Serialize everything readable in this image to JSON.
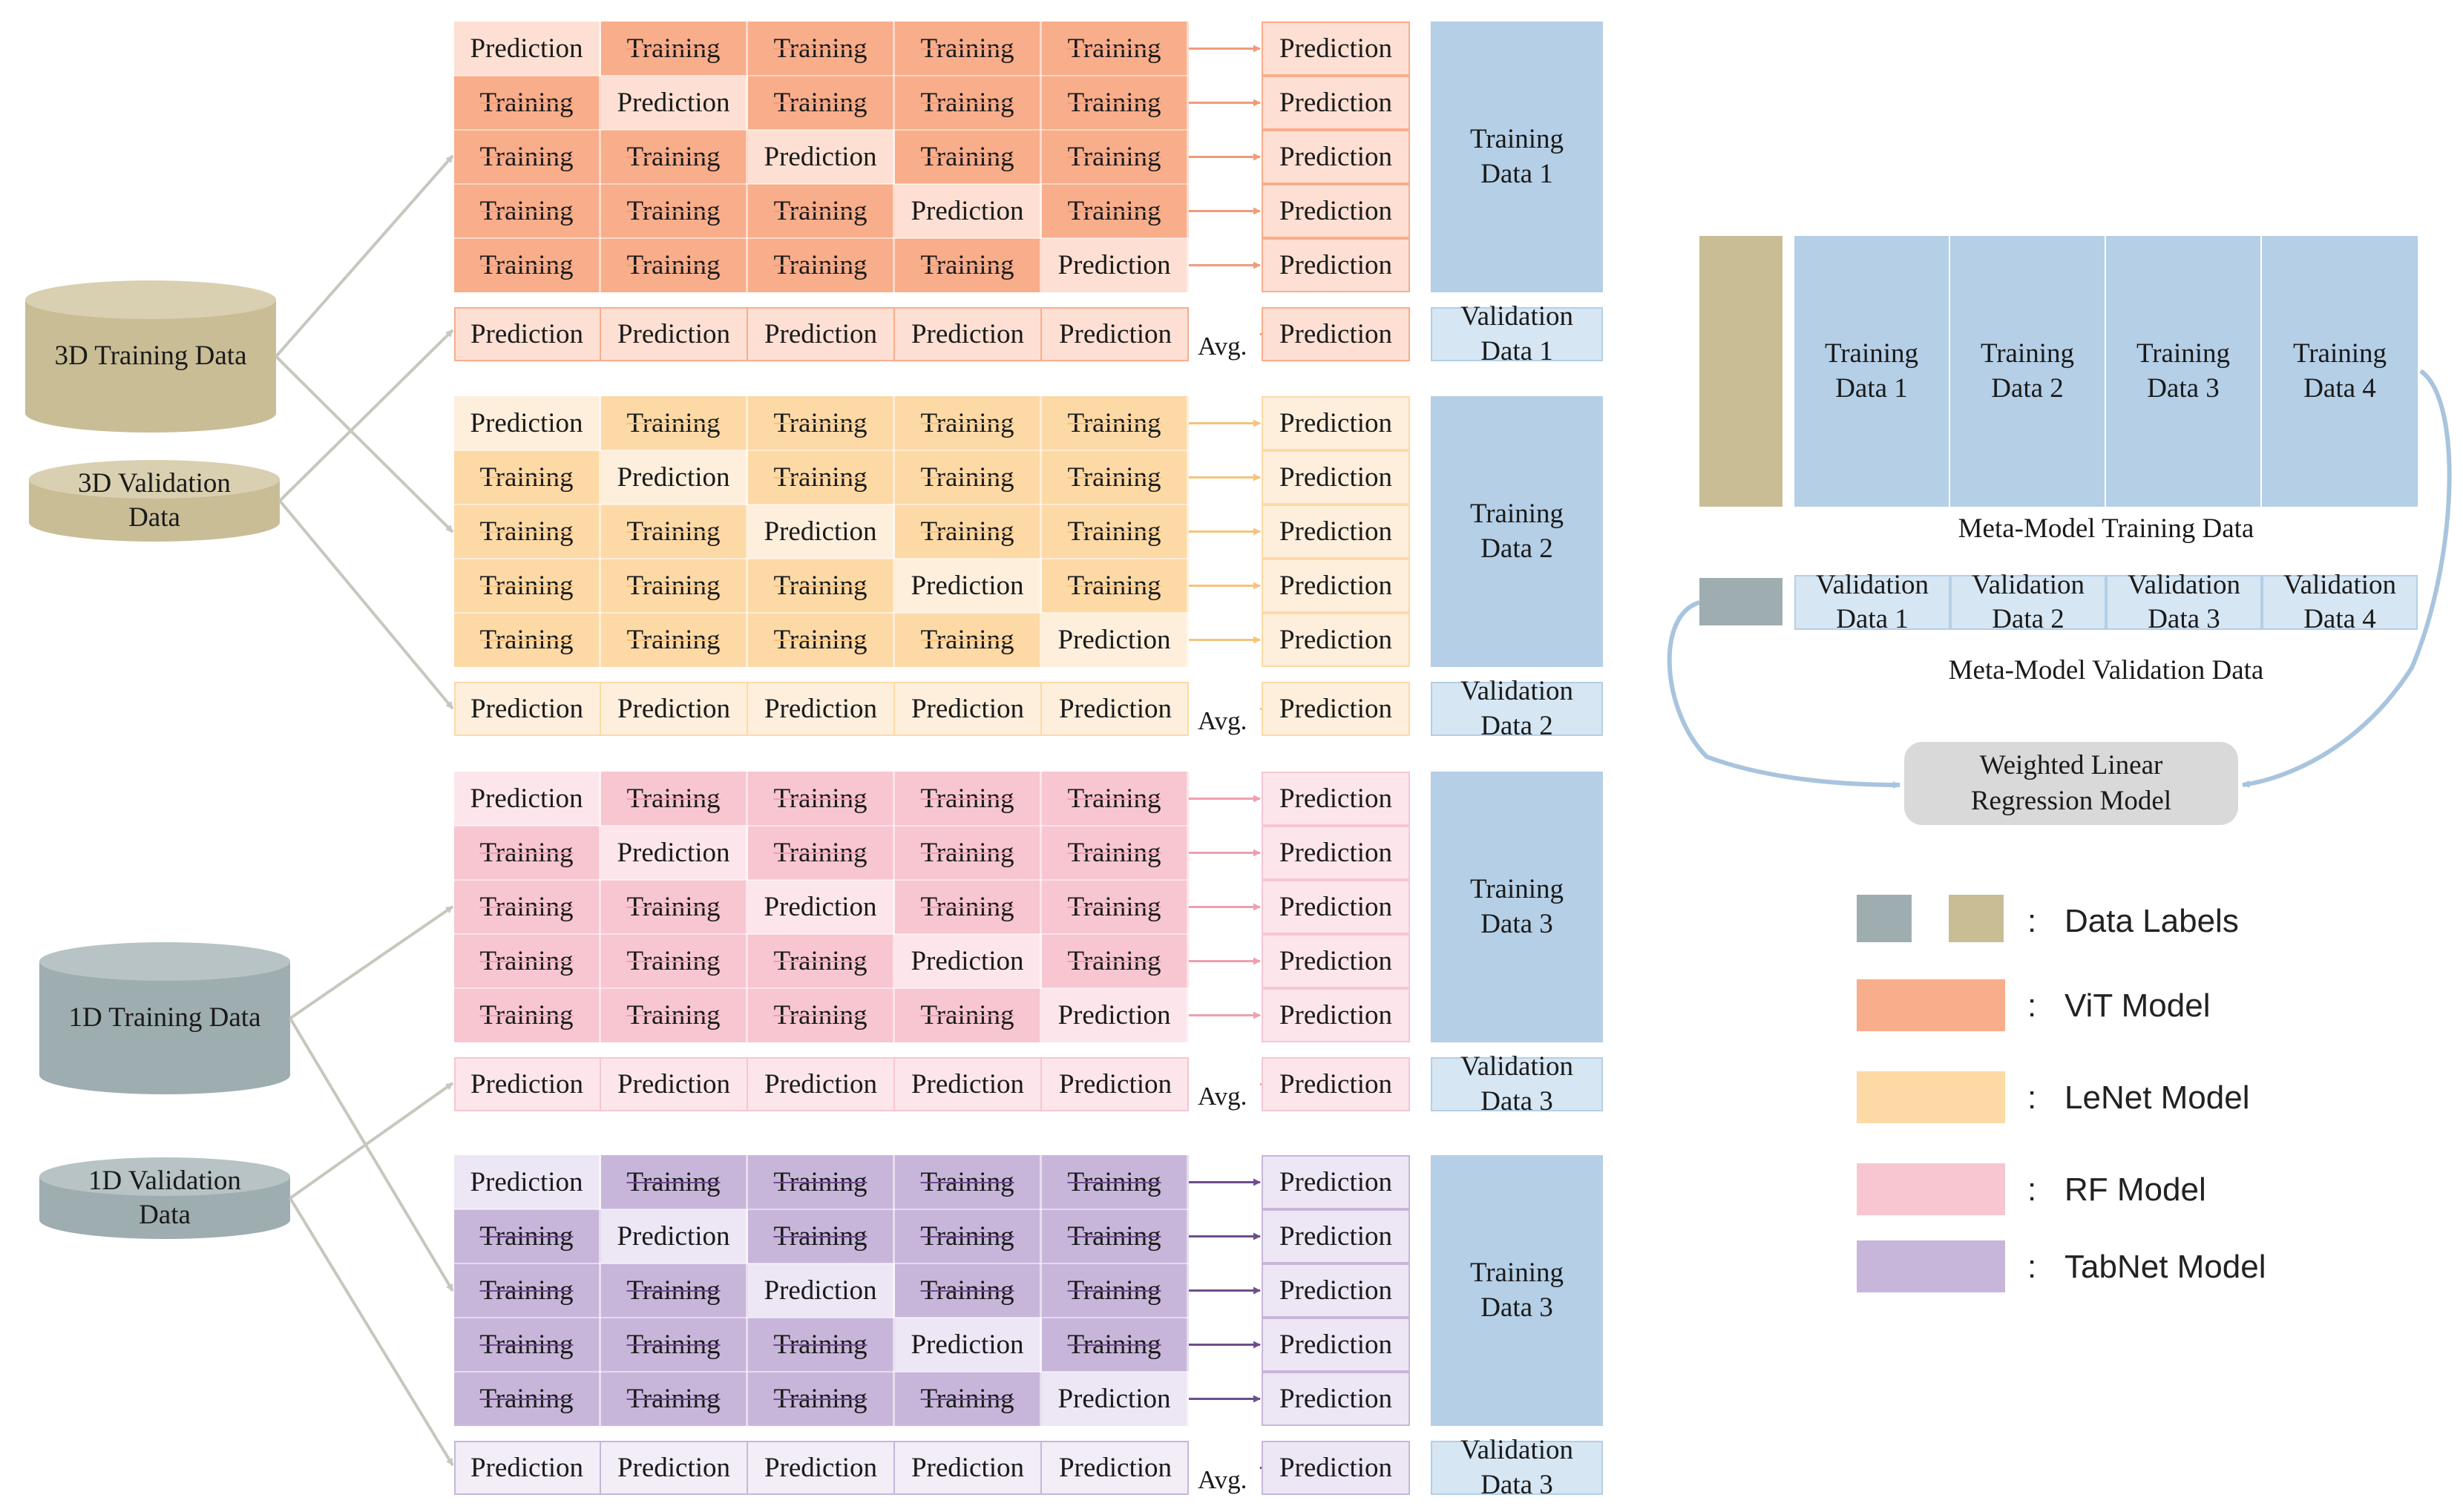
{
  "cylinders": [
    {
      "label": "3D Training Data",
      "color": "#c9bd96",
      "rim": "#d9d0b1"
    },
    {
      "label": "3D Validation\nData",
      "color": "#c9bd96",
      "rim": "#d9d0b1"
    },
    {
      "label": "1D Training Data",
      "color": "#9eadb0",
      "rim": "#b7c3c5"
    },
    {
      "label": "1D Validation\nData",
      "color": "#9eadb0",
      "rim": "#b7c3c5"
    }
  ],
  "blocks": [
    {
      "model": "ViT Model",
      "fill": "#f8ad8b",
      "highlight": "#fde0d3",
      "valfill": "#fde0d3",
      "arrow": "#f19b7a",
      "rows": [
        [
          "Prediction",
          "Training",
          "Training",
          "Training",
          "Training"
        ],
        [
          "Training",
          "Prediction",
          "Training",
          "Training",
          "Training"
        ],
        [
          "Training",
          "Training",
          "Prediction",
          "Training",
          "Training"
        ],
        [
          "Training",
          "Training",
          "Training",
          "Prediction",
          "Training"
        ],
        [
          "Training",
          "Training",
          "Training",
          "Training",
          "Prediction"
        ]
      ],
      "outputs": [
        "Prediction",
        "Prediction",
        "Prediction",
        "Prediction",
        "Prediction"
      ],
      "validation_row": [
        "Prediction",
        "Prediction",
        "Prediction",
        "Prediction",
        "Prediction"
      ],
      "avg_label": "Avg.",
      "avg_output": "Prediction",
      "training_box": "Training\nData 1",
      "validation_box": "Validation\nData 1"
    },
    {
      "model": "LeNet Model",
      "fill": "#fdd9a6",
      "highlight": "#feefdc",
      "valfill": "#feefdc",
      "arrow": "#f7c27b",
      "rows": [
        [
          "Prediction",
          "Training",
          "Training",
          "Training",
          "Training"
        ],
        [
          "Training",
          "Prediction",
          "Training",
          "Training",
          "Training"
        ],
        [
          "Training",
          "Training",
          "Prediction",
          "Training",
          "Training"
        ],
        [
          "Training",
          "Training",
          "Training",
          "Prediction",
          "Training"
        ],
        [
          "Training",
          "Training",
          "Training",
          "Training",
          "Prediction"
        ]
      ],
      "outputs": [
        "Prediction",
        "Prediction",
        "Prediction",
        "Prediction",
        "Prediction"
      ],
      "validation_row": [
        "Prediction",
        "Prediction",
        "Prediction",
        "Prediction",
        "Prediction"
      ],
      "avg_label": "Avg.",
      "avg_output": "Prediction",
      "training_box": "Training\nData 2",
      "validation_box": "Validation\nData 2"
    },
    {
      "model": "RF Model",
      "fill": "#f7c6d0",
      "highlight": "#fce6eb",
      "valfill": "#fce6eb",
      "arrow": "#ee9fb0",
      "rows": [
        [
          "Prediction",
          "Training",
          "Training",
          "Training",
          "Training"
        ],
        [
          "Training",
          "Prediction",
          "Training",
          "Training",
          "Training"
        ],
        [
          "Training",
          "Training",
          "Prediction",
          "Training",
          "Training"
        ],
        [
          "Training",
          "Training",
          "Training",
          "Prediction",
          "Training"
        ],
        [
          "Training",
          "Training",
          "Training",
          "Training",
          "Prediction"
        ]
      ],
      "outputs": [
        "Prediction",
        "Prediction",
        "Prediction",
        "Prediction",
        "Prediction"
      ],
      "validation_row": [
        "Prediction",
        "Prediction",
        "Prediction",
        "Prediction",
        "Prediction"
      ],
      "avg_label": "Avg.",
      "avg_output": "Prediction",
      "training_box": "Training\nData 3",
      "validation_box": "Validation\nData 3"
    },
    {
      "model": "TabNet Model",
      "fill": "#c8b6da",
      "highlight": "#ede6f4",
      "valfill": "#f2edf7",
      "arrow": "#6e4d8c",
      "rows": [
        [
          "Prediction",
          "Training",
          "Training",
          "Training",
          "Training"
        ],
        [
          "Training",
          "Prediction",
          "Training",
          "Training",
          "Training"
        ],
        [
          "Training",
          "Training",
          "Prediction",
          "Training",
          "Training"
        ],
        [
          "Training",
          "Training",
          "Training",
          "Prediction",
          "Training"
        ],
        [
          "Training",
          "Training",
          "Training",
          "Training",
          "Prediction"
        ]
      ],
      "outputs": [
        "Prediction",
        "Prediction",
        "Prediction",
        "Prediction",
        "Prediction"
      ],
      "validation_row": [
        "Prediction",
        "Prediction",
        "Prediction",
        "Prediction",
        "Prediction"
      ],
      "avg_label": "Avg.",
      "avg_output": "Prediction",
      "training_box": "Training\nData 3",
      "validation_box": "Validation\nData 3"
    }
  ],
  "meta": {
    "training_cells": [
      "Training\nData 1",
      "Training\nData 2",
      "Training\nData 3",
      "Training\nData 4"
    ],
    "training_caption": "Meta-Model Training Data",
    "validation_cells": [
      "Validation\nData 1",
      "Validation\nData 2",
      "Validation\nData 3",
      "Validation\nData 4"
    ],
    "validation_caption": "Meta-Model Validation Data",
    "regression_model": "Weighted Linear\nRegression Model",
    "label_color_training": "#c9bd96",
    "label_color_validation": "#9eadb0"
  },
  "legend": {
    "colon": ":",
    "items": [
      {
        "label": "Data Labels",
        "colors": [
          "#9eadb0",
          "#c9bd96"
        ]
      },
      {
        "label": "ViT Model",
        "colors": [
          "#f8ad8b"
        ]
      },
      {
        "label": "LeNet Model",
        "colors": [
          "#fdd9a6"
        ]
      },
      {
        "label": "RF Model",
        "colors": [
          "#f7c6d0"
        ]
      },
      {
        "label": "TabNet Model",
        "colors": [
          "#c8b6da"
        ]
      }
    ]
  },
  "colors": {
    "blue_box": "#b4cfe6",
    "blue_light": "#d6e6f3",
    "connector": "#c5c8bd",
    "meta_arrow": "#a8c4de",
    "regression_box": "#d9d9d9"
  }
}
